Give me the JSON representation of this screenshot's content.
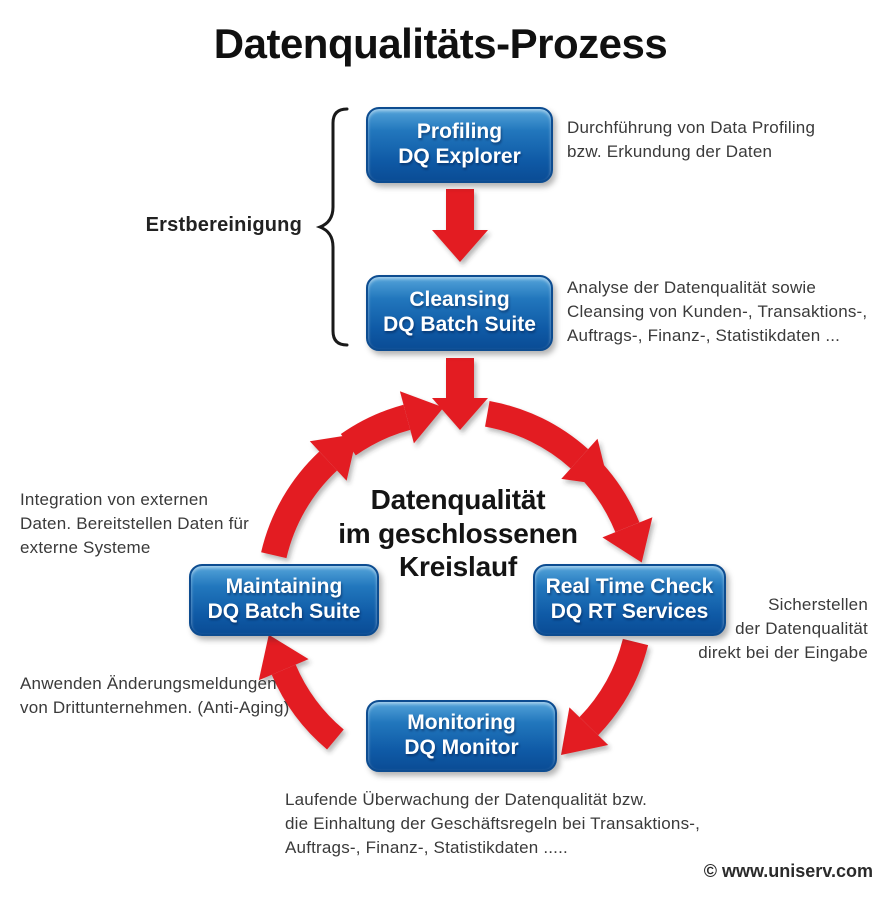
{
  "title": "Datenqualitäts-Prozess",
  "bracket_label": "Erstbereinigung",
  "center_text": {
    "line1": "Datenqualität",
    "line2": "im geschlossenen",
    "line3": "Kreislauf"
  },
  "process_boxes": {
    "profiling": {
      "title": "Profiling",
      "subtitle": "DQ Explorer"
    },
    "cleansing": {
      "title": "Cleansing",
      "subtitle": "DQ Batch Suite"
    },
    "maintaining": {
      "title": "Maintaining",
      "subtitle": "DQ Batch Suite"
    },
    "real_time_check": {
      "title": "Real Time Check",
      "subtitle": "DQ RT Services"
    },
    "monitoring": {
      "title": "Monitoring",
      "subtitle": "DQ Monitor"
    }
  },
  "notes": {
    "profiling": "Durchführung von Data Profiling\nbzw. Erkundung der Daten",
    "cleansing": "Analyse der Datenqualität sowie\nCleansing von Kunden-, Transaktions-,\nAuftrags-, Finanz-, Statistikdaten ...",
    "maintaining": "Integration von externen\nDaten. Bereitstellen Daten für\nexterne Systeme",
    "anti_aging": "Anwenden Änderungsmeldungen\nvon Drittunternehmen. (Anti-Aging)",
    "real_time_check": "Sicherstellen\nder Datenqualität\ndirekt bei der Eingabe",
    "monitoring": "Laufende Überwachung der Datenqualität bzw.\ndie Einhaltung der Geschäftsregeln bei Transaktions-,\nAuftrags-, Finanz-, Statistikdaten ....."
  },
  "footer": {
    "copyright": "© www.uniserv.com"
  },
  "colors": {
    "arrow_red": "#E31E24",
    "box_blue_light": "#54A4DA",
    "box_blue_dark": "#0A4C95",
    "box_border": "#0D4C90",
    "note_text": "#3A3A3A",
    "title_text": "#101010"
  }
}
